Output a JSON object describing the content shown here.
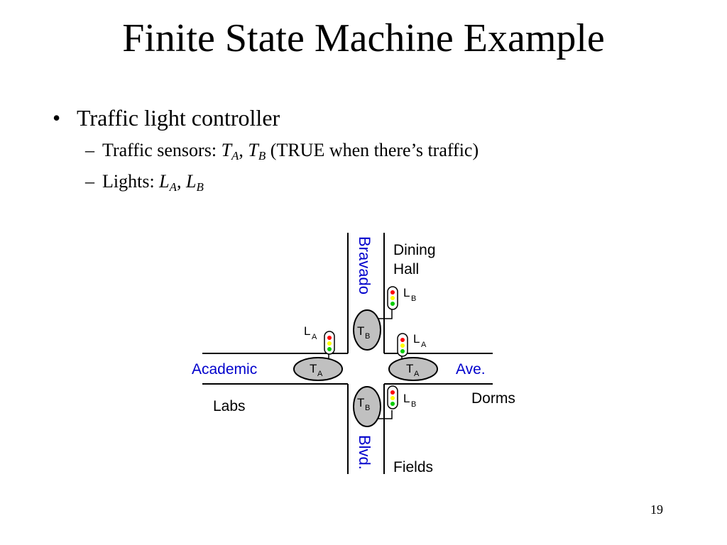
{
  "title": "Finite State Machine Example",
  "bullets": {
    "main": "Traffic light controller",
    "sensors_prefix": "Traffic sensors: ",
    "sensor_a": "T",
    "sensor_a_sub": "A",
    "sensor_b": "T",
    "sensor_b_sub": "B",
    "sensors_suffix": " (TRUE when there’s traffic)",
    "lights_prefix": "Lights: ",
    "light_a": "L",
    "light_a_sub": "A",
    "light_b": "L",
    "light_b_sub": "B"
  },
  "diagram": {
    "street_vertical_top": "Bravado",
    "street_vertical_bottom": "Blvd.",
    "street_horizontal_left": "Academic",
    "street_horizontal_right": "Ave.",
    "building_ne": "Dining\nHall",
    "building_ne_line1": "Dining",
    "building_ne_line2": "Hall",
    "building_se": "Dorms",
    "building_sw": "Labs",
    "building_s": "Fields",
    "sensor_letter": "T",
    "light_letter": "L",
    "sub_a": "A",
    "sub_b": "B",
    "colors": {
      "street_label": "#0000cc",
      "sensor_fill": "#c0c0c0",
      "light_red": "#ff0000",
      "light_yellow": "#ffff00",
      "light_green": "#00cc00"
    }
  },
  "page_number": "19"
}
